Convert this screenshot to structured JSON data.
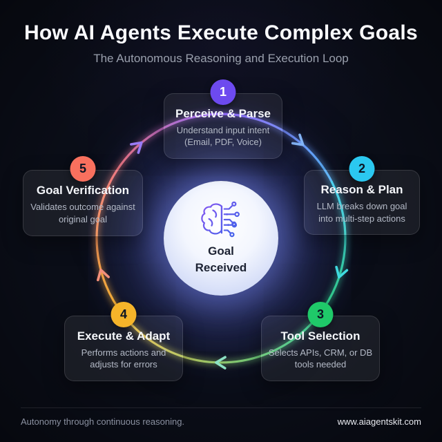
{
  "header": {
    "title": "How AI Agents Execute Complex Goals",
    "subtitle": "The Autonomous Reasoning and Execution Loop"
  },
  "center": {
    "icon": "brain-circuit-icon",
    "line1": "Goal",
    "line2": "Received"
  },
  "steps": [
    {
      "number": "1",
      "title": "Perceive & Parse",
      "description": "Understand input intent (Email, PDF, Voice)",
      "badge_color": "#6d4aef",
      "badge_text_color": "#ffffff"
    },
    {
      "number": "2",
      "title": "Reason & Plan",
      "description": "LLM breaks down goal into multi-step actions",
      "badge_color": "#2bc8f0",
      "badge_text_color": "#0b1524"
    },
    {
      "number": "3",
      "title": "Tool Selection",
      "description": "Selects APIs, CRM, or DB tools needed",
      "badge_color": "#1fc969",
      "badge_text_color": "#0b1524"
    },
    {
      "number": "4",
      "title": "Execute & Adapt",
      "description": "Performs actions and adjusts for errors",
      "badge_color": "#f5b42a",
      "badge_text_color": "#0b1524"
    },
    {
      "number": "5",
      "title": "Goal Verification",
      "description": "Validates outcome against original goal",
      "badge_color": "#f8705e",
      "badge_text_color": "#0b1524"
    }
  ],
  "ring": {
    "segments": [
      {
        "name": "step1-to-step2",
        "from": "#8b5cf6",
        "to": "#55b7f6",
        "arrow": "#86b9f8"
      },
      {
        "name": "step2-to-step3",
        "from": "#3fd4f0",
        "to": "#2ec977",
        "arrow": "#3fe0e0"
      },
      {
        "name": "step3-to-step4",
        "from": "#30ce8b",
        "to": "#f5c445",
        "arrow": "#8fe6c2"
      },
      {
        "name": "step4-to-step5",
        "from": "#f5b42a",
        "to": "#f87e6b",
        "arrow": "#fb9277"
      },
      {
        "name": "step5-to-step1",
        "from": "#f8766b",
        "to": "#8b5cf6",
        "arrow": "#9d7df8"
      }
    ]
  },
  "icon_colors": {
    "start": "#8456f0",
    "end": "#3e63e9"
  },
  "footer": {
    "left": "Autonomy through continuous reasoning.",
    "right": "www.aiagentskit.com"
  }
}
